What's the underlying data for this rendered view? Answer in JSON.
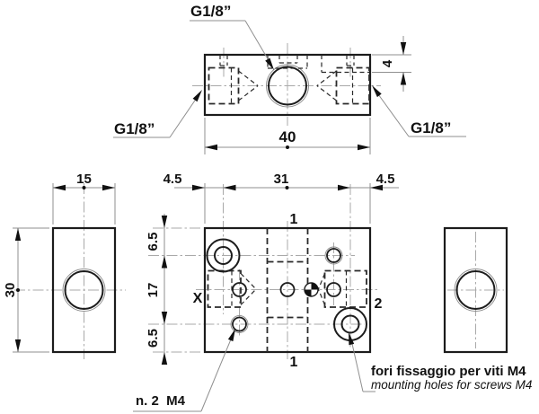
{
  "drawing": {
    "port_labels": {
      "top": "G1/8”",
      "left": "G1/8”",
      "right": "G1/8”"
    },
    "dimensions": {
      "width": "40",
      "depth": "4",
      "side_width": "15",
      "side_height": "30",
      "left_offset": "4.5",
      "hole_spacing": "31",
      "right_offset": "4.5",
      "row_top": "6.5",
      "row_mid": "17",
      "row_bottom": "6.5"
    },
    "connections": {
      "x": "X",
      "out2": "2",
      "in1_top": "1",
      "in1_bottom": "1"
    },
    "notes": {
      "screws_count": "n. 2  M4",
      "fixing_it": "fori fissaggio per viti M4",
      "fixing_en": "mounting holes for screws M4"
    }
  }
}
